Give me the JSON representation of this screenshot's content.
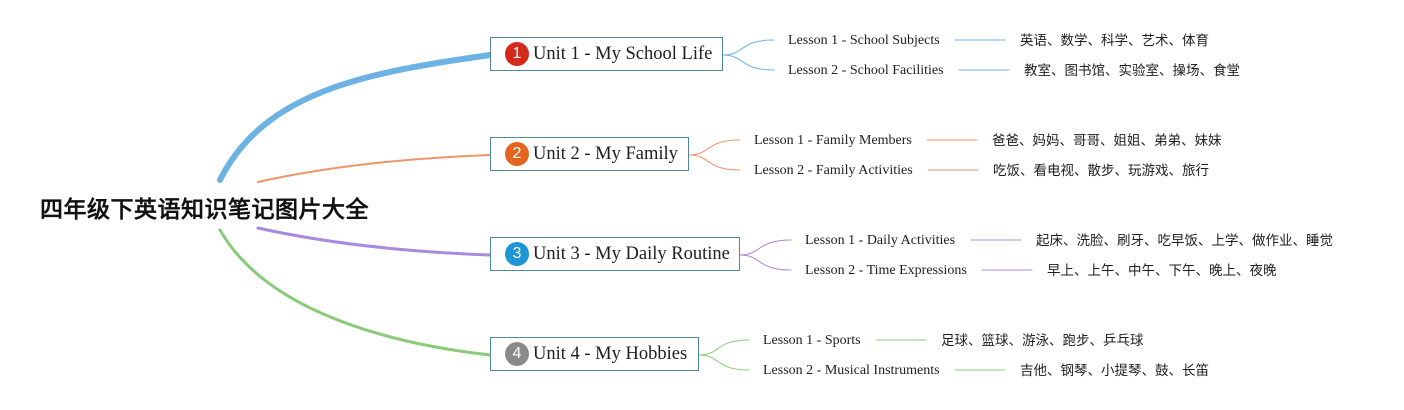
{
  "mindmap": {
    "root": "四年级下英语知识笔记图片大全",
    "units": [
      {
        "number": "1",
        "label": "Unit 1 - My School Life",
        "color": "#6cb2e3",
        "badge_color": "#d42a1c",
        "lessons": [
          {
            "label": "Lesson 1 - School Subjects",
            "words": "英语、数学、科学、艺术、体育"
          },
          {
            "label": "Lesson 2 - School Facilities",
            "words": "教室、图书馆、实验室、操场、食堂"
          }
        ]
      },
      {
        "number": "2",
        "label": "Unit 2 - My Family",
        "color": "#ee9568",
        "badge_color": "#e2641e",
        "lessons": [
          {
            "label": "Lesson 1 - Family Members",
            "words": "爸爸、妈妈、哥哥、姐姐、弟弟、妹妹"
          },
          {
            "label": "Lesson 2 - Family Activities",
            "words": "吃饭、看电视、散步、玩游戏、旅行"
          }
        ]
      },
      {
        "number": "3",
        "label": "Unit 3 - My Daily Routine",
        "color": "#a889dc",
        "badge_color": "#1d95d6",
        "lessons": [
          {
            "label": "Lesson 1 - Daily Activities",
            "words": "起床、洗脸、刷牙、吃早饭、上学、做作业、睡觉"
          },
          {
            "label": "Lesson 2 - Time Expressions",
            "words": "早上、上午、中午、下午、晚上、夜晚"
          }
        ]
      },
      {
        "number": "4",
        "label": "Unit 4 - My Hobbies",
        "color": "#88cc78",
        "badge_color": "#8a8a8a",
        "lessons": [
          {
            "label": "Lesson 1 - Sports",
            "words": "足球、篮球、游泳、跑步、乒乓球"
          },
          {
            "label": "Lesson 2 - Musical Instruments",
            "words": "吉他、钢琴、小提琴、鼓、长笛"
          }
        ]
      }
    ]
  }
}
